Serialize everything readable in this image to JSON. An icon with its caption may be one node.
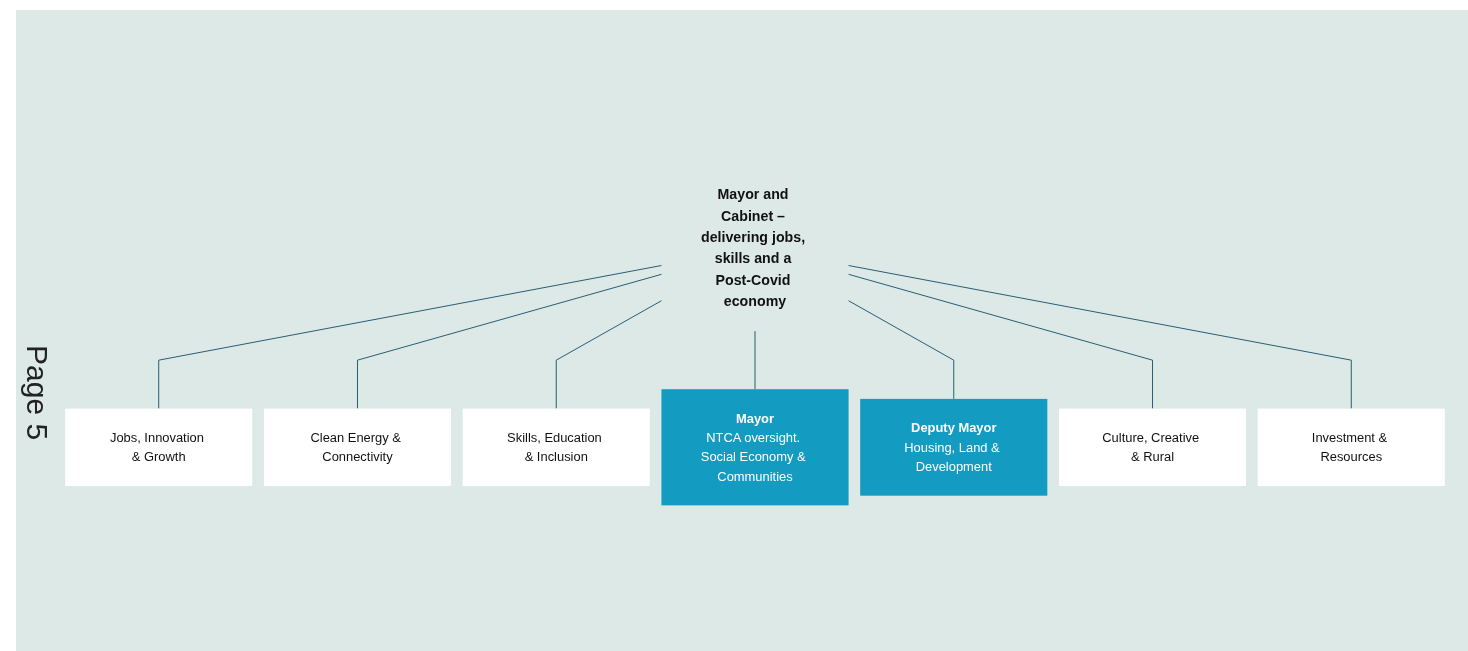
{
  "diagram": {
    "nodes": [
      {
        "text": [
          "Mayor and Cabinet – delivering jobs, skills and a Post-Covid economy"
        ]
      },
      {
        "text": [
          "Jobs, Innovation & Growth"
        ]
      },
      {
        "text": [
          "Clean Energy & Connectivity"
        ]
      },
      {
        "text": [
          "Skills, Education & Inclusion"
        ]
      },
      {
        "text": [
          "Mayor",
          "NTCA oversight. Social Economy & Communities"
        ]
      },
      {
        "text": [
          "Deputy Mayor",
          "Housing, Land & Development"
        ]
      },
      {
        "text": [
          "Culture, Creative & Rural"
        ]
      },
      {
        "text": [
          "Investment & Resources"
        ]
      }
    ],
    "edges": [
      {
        "from": 0,
        "to": 1,
        "arrow": "none"
      },
      {
        "from": 0,
        "to": 2,
        "arrow": "none"
      },
      {
        "from": 0,
        "to": 3,
        "arrow": "none"
      },
      {
        "from": 0,
        "to": 4,
        "arrow": "none"
      },
      {
        "from": 0,
        "to": 5,
        "arrow": "none"
      },
      {
        "from": 0,
        "to": 6,
        "arrow": "none"
      },
      {
        "from": 0,
        "to": 7,
        "arrow": "none"
      }
    ],
    "labels": [
      "Page 5"
    ]
  }
}
